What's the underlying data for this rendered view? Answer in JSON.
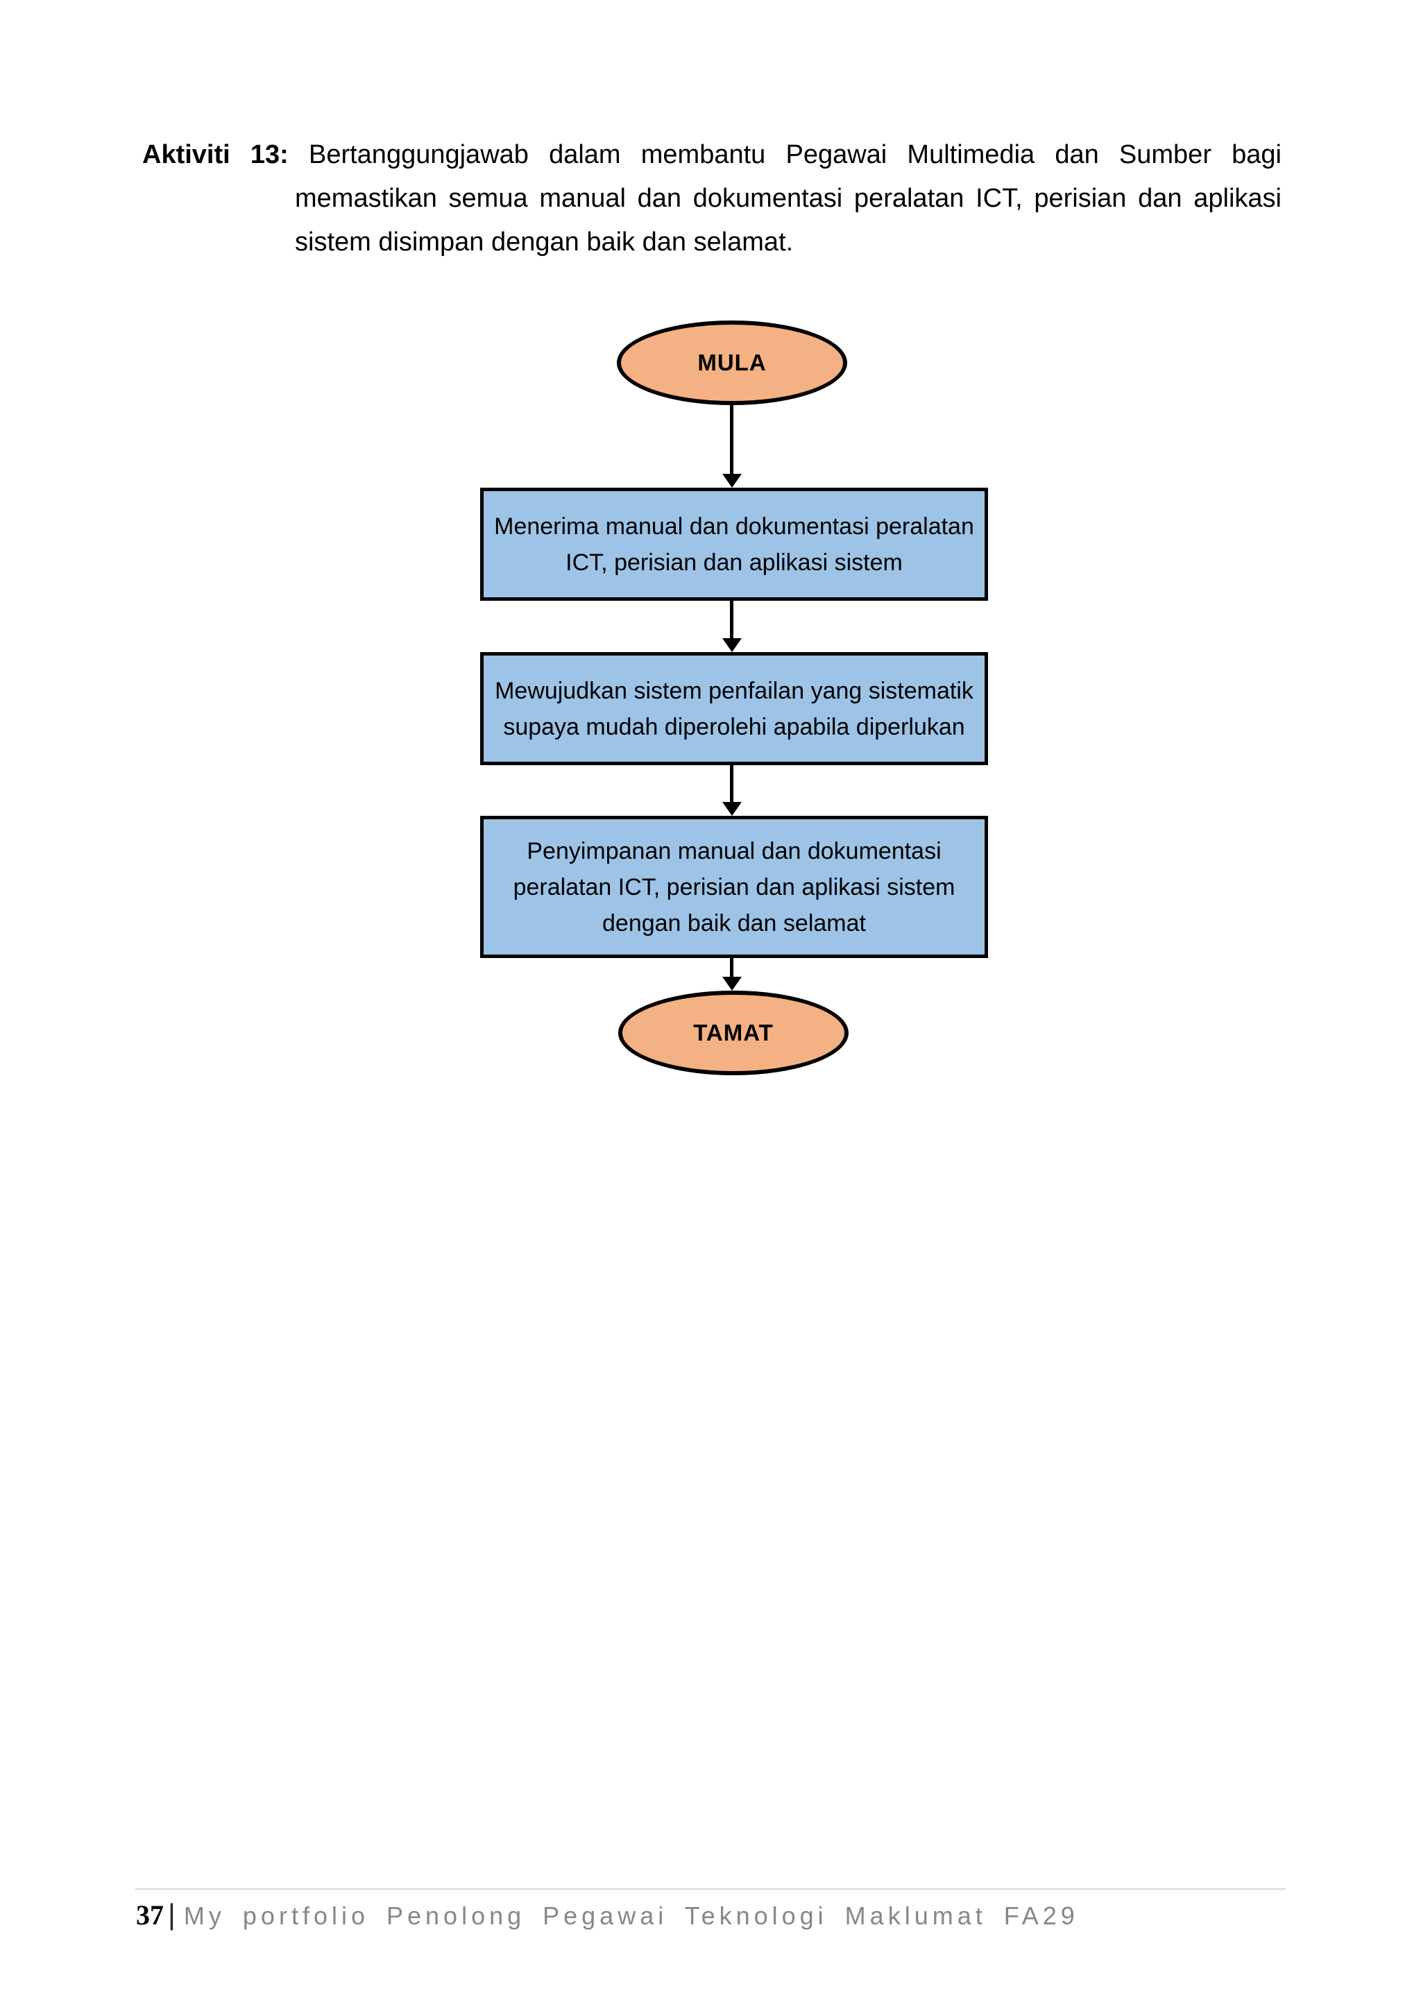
{
  "document": {
    "heading": {
      "label": "Aktiviti 13:",
      "lines": [
        "Bertanggungjawab dalam membantu Pegawai Multimedia dan Sumber bagi",
        "memastikan semua manual dan dokumentasi peralatan ICT, perisian dan aplikasi",
        "sistem disimpan dengan baik dan selamat."
      ]
    },
    "footer": {
      "page_number": "37",
      "separator": "|",
      "title": "My portfolio Penolong Pegawai Teknologi Maklumat FA29"
    }
  },
  "flowchart": {
    "nodes": [
      {
        "id": "start",
        "type": "terminator",
        "shape": "oval",
        "fill": "#F4B183",
        "label": "MULA"
      },
      {
        "id": "proses-1",
        "type": "process",
        "shape": "rectangle",
        "fill": "#9DC3E6",
        "label": "Menerima manual dan dokumentasi peralatan ICT, perisian dan aplikasi sistem",
        "lines": [
          "Menerima manual dan dokumentasi peralatan",
          "ICT, perisian dan aplikasi sistem"
        ]
      },
      {
        "id": "proses-2",
        "type": "process",
        "shape": "rectangle",
        "fill": "#9DC3E6",
        "label": "Mewujudkan sistem penfailan yang sistematik supaya mudah diperolehi apabila diperlukan",
        "lines": [
          "Mewujudkan sistem penfailan yang sistematik",
          "supaya mudah diperolehi apabila diperlukan"
        ]
      },
      {
        "id": "proses-3",
        "type": "process",
        "shape": "rectangle",
        "fill": "#9DC3E6",
        "label": "Penyimpanan manual dan dokumentasi peralatan ICT, perisian dan aplikasi sistem dengan baik dan selamat",
        "lines": [
          "Penyimpanan manual dan dokumentasi",
          "peralatan ICT, perisian dan aplikasi sistem",
          "dengan baik dan selamat"
        ]
      },
      {
        "id": "end",
        "type": "terminator",
        "shape": "oval",
        "fill": "#F4B183",
        "label": "TAMAT"
      }
    ],
    "edges": [
      {
        "from": "start",
        "to": "proses-1"
      },
      {
        "from": "proses-1",
        "to": "proses-2"
      },
      {
        "from": "proses-2",
        "to": "proses-3"
      },
      {
        "from": "proses-3",
        "to": "end"
      }
    ],
    "colors": {
      "terminator_fill": "#F4B183",
      "process_fill": "#9DC3E6",
      "border": "#000000",
      "arrow": "#000000"
    }
  }
}
